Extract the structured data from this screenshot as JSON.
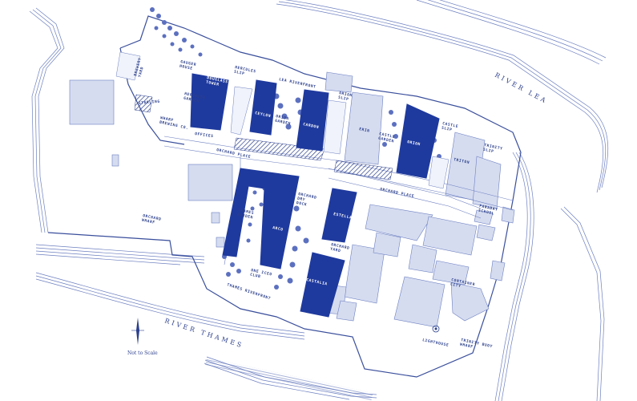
{
  "colors": {
    "building_dark": "#1f3a9e",
    "building_light": "#d5dcf0",
    "outline": "#3a4f9c",
    "water_lines": "#6c7fc0"
  },
  "rivers": {
    "lea": "RIVER LEA",
    "thames": "RIVER THAMES"
  },
  "scale_note": "Not to Scale",
  "compass_icon": "north-arrow-icon",
  "labels": {
    "brewery_yard": [
      "BREWERY",
      "YARD"
    ],
    "gauger_house": [
      "GAUGER",
      "HOUSE"
    ],
    "hercules_slip": [
      "HERCULES",
      "SLIP"
    ],
    "douglass_tower": [
      "DOUGLASS",
      "TOWER"
    ],
    "hercules_garden": [
      "HERCULES",
      "GARDEN"
    ],
    "starling": [
      "STARLING"
    ],
    "wharf_brewing": [
      "WHARF",
      "BREWING CO."
    ],
    "offices": [
      "OFFICES"
    ],
    "lea_riverfront": [
      "LEA RIVERFRONT"
    ],
    "ceylon": [
      "CEYLON"
    ],
    "orion_garden": [
      "ORION",
      "GARDEN"
    ],
    "cardon": [
      "CARDON"
    ],
    "orion_slip": [
      "ORION",
      "SLIP"
    ],
    "erin": [
      "ERIN"
    ],
    "castle_garden": [
      "CASTLE",
      "GARDEN"
    ],
    "orion": [
      "ORION"
    ],
    "castle_slip": [
      "CASTLE",
      "SLIP"
    ],
    "triton": [
      "TRITON"
    ],
    "trinity_slip": [
      "TRINITY",
      "SLIP"
    ],
    "orchard_place_1": [
      "ORCHARD PLACE"
    ],
    "orchard_place_2": [
      "ORCHARD PLACE"
    ],
    "faraday_school": [
      "FARADAY",
      "SCHOOL"
    ],
    "orchard_wharf": [
      "ORCHARD",
      "WHARF"
    ],
    "thames_garden": [
      "THAMES",
      "GARDEN"
    ],
    "orchard_dry_dock": [
      "ORCHARD",
      "DRY",
      "DOCK"
    ],
    "arco": [
      "ARCO"
    ],
    "estella": [
      "ESTELLA"
    ],
    "orchard_yard": [
      "ORCHARD",
      "YARD"
    ],
    "one_iceo_club": [
      "ONE ICEO",
      "CLUB"
    ],
    "castalia": [
      "CASTALIA"
    ],
    "thames_riverfront": [
      "THAMES RIVERFRONT"
    ],
    "container_city": [
      "CONTAINER",
      "CITY"
    ],
    "lighthouse": [
      "LIGHTHOUSE"
    ],
    "trinity_buoy_wharf": [
      "TRINITY BUOY",
      "WHARF"
    ]
  }
}
